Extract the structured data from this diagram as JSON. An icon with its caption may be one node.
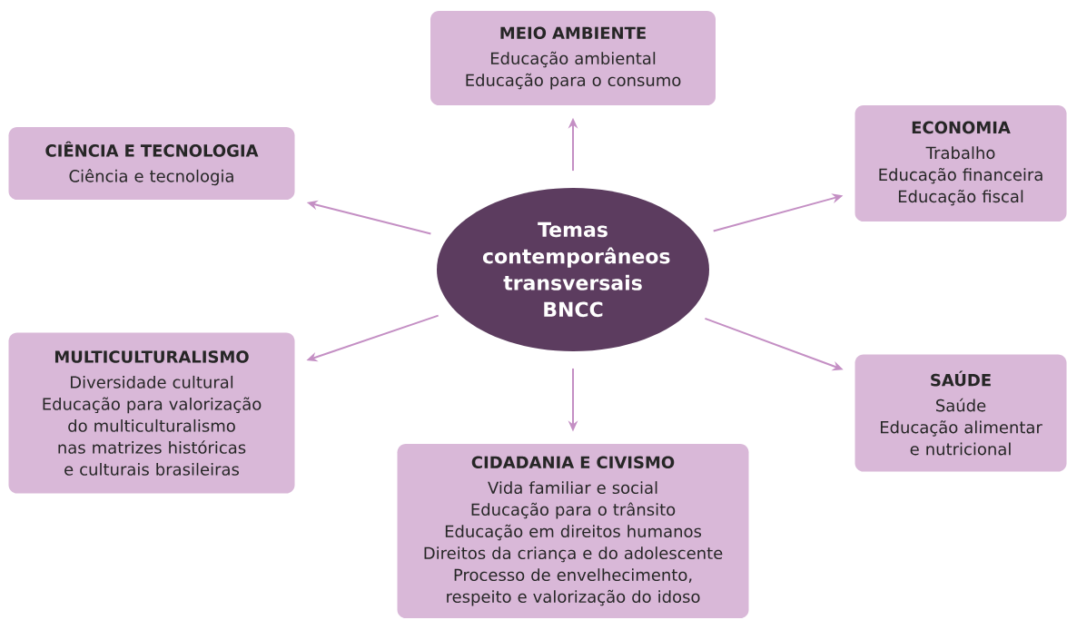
{
  "diagram": {
    "nodes": [
      {
        "text": [
          "Temas contemporâneos transversais BNCC"
        ]
      },
      {
        "text": [
          "MEIO AMBIENTE",
          "Educação ambiental",
          "Educação para o consumo"
        ]
      },
      {
        "text": [
          "CIÊNCIA E TECNOLOGIA",
          "Ciência e tecnologia"
        ]
      },
      {
        "text": [
          "ECONOMIA",
          "Trabalho",
          "Educação financeira",
          "Educação fiscal"
        ]
      },
      {
        "text": [
          "MULTICULTURALISMO",
          "Diversidade cultural",
          "Educação para valorização do multiculturalismo nas matrizes históricas e culturais brasileiras"
        ]
      },
      {
        "text": [
          "SAÚDE",
          "Saúde",
          "Educação alimentar e nutricional"
        ]
      },
      {
        "text": [
          "CIDADANIA E CIVISMO",
          "Vida familiar e social",
          "Educação para o trânsito",
          "Educação em direitos humanos",
          "Direitos da criança e do adolescente",
          "Processo de envelhecimento, respeito e valorização do idoso"
        ]
      }
    ],
    "edges": [
      {
        "from": 0,
        "to": 1,
        "arrow": "to"
      },
      {
        "from": 0,
        "to": 2,
        "arrow": "to"
      },
      {
        "from": 0,
        "to": 3,
        "arrow": "to"
      },
      {
        "from": 0,
        "to": 4,
        "arrow": "to"
      },
      {
        "from": 0,
        "to": 5,
        "arrow": "to"
      },
      {
        "from": 0,
        "to": 6,
        "arrow": "to"
      }
    ]
  }
}
